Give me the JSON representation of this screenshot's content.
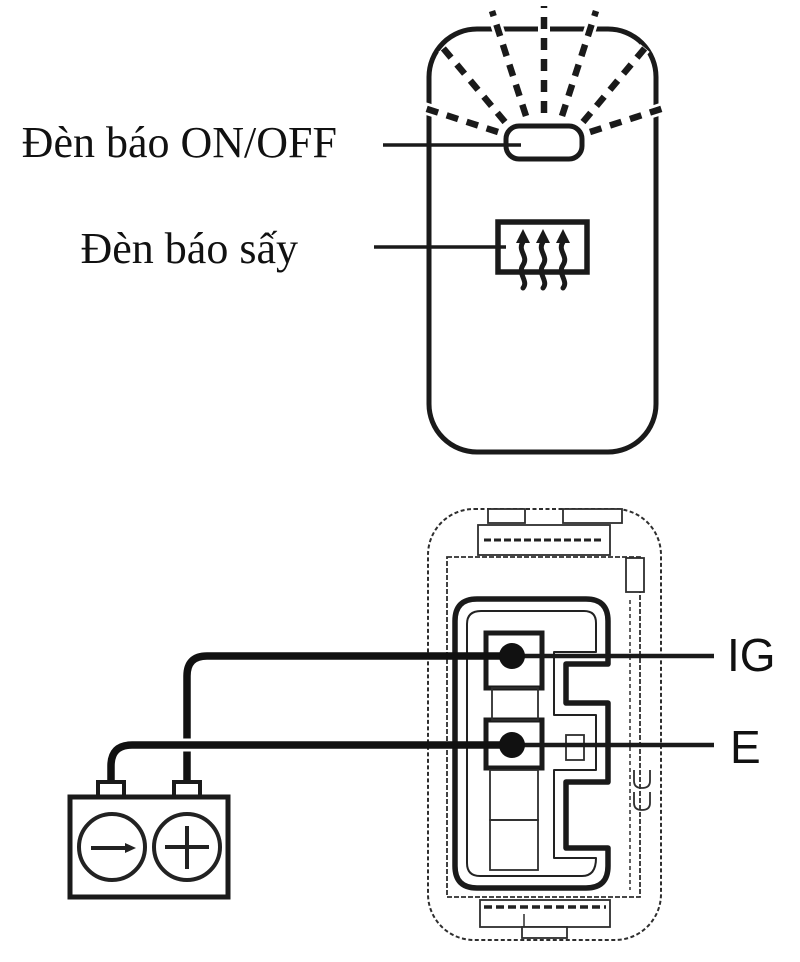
{
  "diagram": {
    "kind": "switch-indicator-and-wiring-diagram",
    "labels": {
      "indicator_on_off": "Đèn báo ON/OFF",
      "indicator_heater": "Đèn báo sấy",
      "terminal_ig": "IG",
      "terminal_e": "E"
    },
    "battery": {
      "negative_symbol": "−",
      "positive_symbol": "+"
    },
    "icons": {
      "heater": "three-wavy-up-arrows",
      "lamp_rays": "dashed-light-rays"
    },
    "colors": {
      "line": "#1a1a1a",
      "thin_line": "#2e2e2e",
      "background": "#ffffff"
    }
  }
}
